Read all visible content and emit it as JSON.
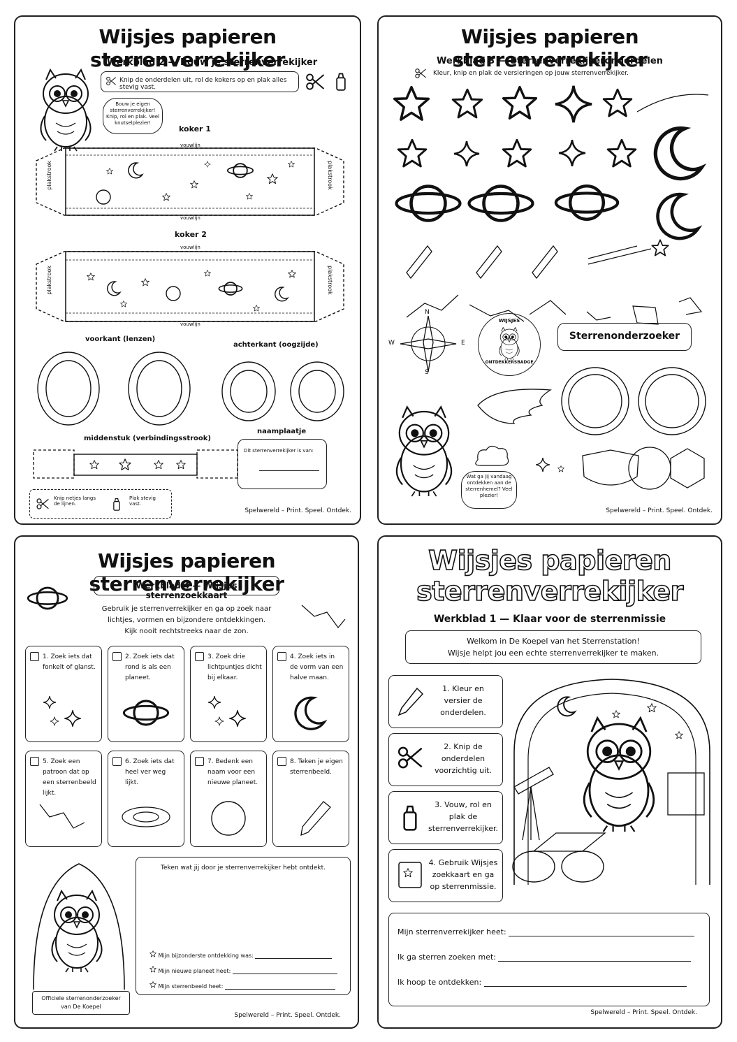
{
  "sheet2": {
    "title": "Wijsjes papieren sterrenverrekijker",
    "subtitle": "Werkblad 2 — Bouw je sterrenverrekijker",
    "instruction": "Knip de onderdelen uit, rol de kokers op en plak alles stevig vast.",
    "bubble": "Bouw je eigen sterrenverrekijker! Knip, rol en plak. Veel knutselplezier!",
    "tube1_label": "koker 1",
    "tube2_label": "koker 2",
    "fold_line": "vouwlijn",
    "glue_strip": "plakstrook",
    "front_label": "voorkant (lenzen)",
    "back_label": "achterkant (oogzijde)",
    "middle_label": "middenstuk (verbindingsstrook)",
    "nameplate_label": "naamplaatje",
    "nameplate_text": "Dit sterrenverrekijker is van:",
    "tip_cut": "Knip netjes langs de lijnen.",
    "tip_glue": "Plak stevig vast.",
    "footer": "Spelwereld – Print. Speel. Ontdek."
  },
  "sheet3": {
    "title": "Wijsjes papieren sterrenverrekijker",
    "subtitle": "Werkblad 3 — Sterrenverrekijkeronderdelen",
    "instruction": "Kleur, knip en plak de versieringen op jouw sterrenverrekijker.",
    "badge_top": "WIJSJES",
    "badge_bottom": "ONTDEKKERSBADGE",
    "banner": "Sterrenonderzoeker",
    "compass": [
      "N",
      "E",
      "S",
      "W"
    ],
    "bubble": "Wat ga jij vandaag ontdekken aan de sterrenhemel? Veel plezier!",
    "footer": "Spelwereld – Print. Speel. Ontdek."
  },
  "sheet4": {
    "title": "Wijsjes papieren sterrenverrekijker",
    "subtitle": "Werkblad 4 — Wijsjes sterrenzoekkaart",
    "intro": [
      "Gebruik je sterrenverrekijker en ga op zoek naar",
      "lichtjes, vormen en bijzondere ontdekkingen.",
      "Kijk nooit rechtstreeks naar de zon."
    ],
    "tasks": [
      "1. Zoek iets dat fonkelt of glanst.",
      "2. Zoek iets dat rond is als een planeet.",
      "3. Zoek drie lichtpuntjes dicht bij elkaar.",
      "4. Zoek iets in de vorm van een halve maan.",
      "5. Zoek een patroon dat op een sterrenbeeld lijkt.",
      "6. Zoek iets dat heel ver weg lijkt.",
      "7. Bedenk een naam voor een nieuwe planeet.",
      "8. Teken je eigen sterrenbeeld."
    ],
    "draw_prompt": "Teken wat jij door je sterrenverrekijker hebt ontdekt.",
    "fields": [
      "Mijn bijzonderste ontdekking was:",
      "Mijn nieuwe planeet heet:",
      "Mijn sterrenbeeld heet:"
    ],
    "ribbon": [
      "Officiele sterrenonderzoeker",
      "van De Koepel"
    ],
    "footer": "Spelwereld – Print. Speel. Ontdek."
  },
  "sheet1": {
    "title_line1": "Wijsjes papieren",
    "title_line2": "sterrenverrekijker",
    "subtitle": "Werkblad 1 — Klaar voor de sterrenmissie",
    "welcome": [
      "Welkom in De Koepel van het Sterrenstation!",
      "Wijsje helpt jou een echte sterrenverrekijker te maken."
    ],
    "steps": [
      "1. Kleur en versier de onderdelen.",
      "2. Knip de onderdelen voorzichtig uit.",
      "3. Vouw, rol en plak de sterrenverrekijker.",
      "4. Gebruik Wijsjes zoekkaart en ga op sterrenmissie."
    ],
    "fields": [
      "Mijn sterrenverrekijker heet:",
      "Ik ga sterren zoeken met:",
      "Ik hoop te ontdekken:"
    ],
    "footer": "Spelwereld – Print. Speel. Ontdek."
  }
}
